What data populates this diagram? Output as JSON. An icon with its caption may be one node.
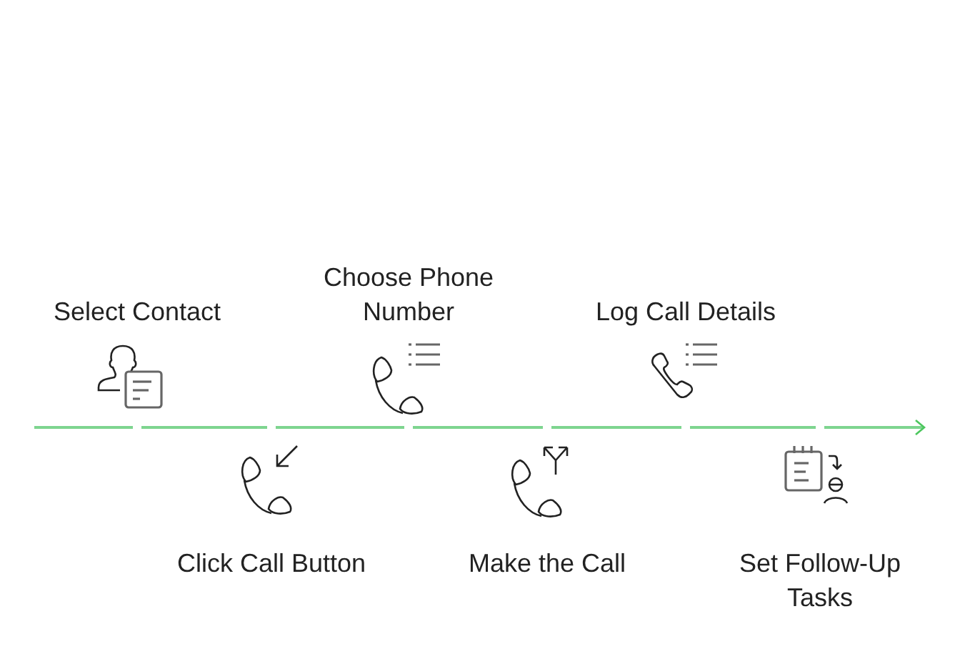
{
  "diagram": {
    "nodes": [
      {
        "text": [
          "Select Contact"
        ]
      },
      {
        "text": [
          "Click Call Button"
        ]
      },
      {
        "text": [
          "Choose Phone Number"
        ]
      },
      {
        "text": [
          "Make the Call"
        ]
      },
      {
        "text": [
          "Log Call Details"
        ]
      },
      {
        "text": [
          "Set Follow-Up Tasks"
        ]
      }
    ]
  }
}
